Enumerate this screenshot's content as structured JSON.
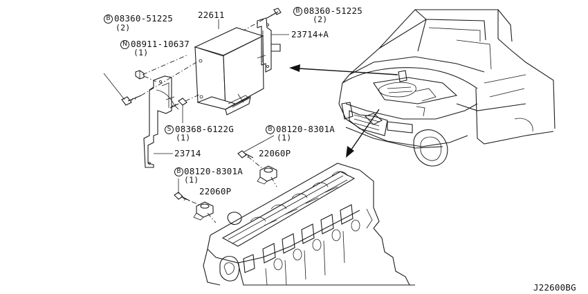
{
  "diagram_code": "J22600BG",
  "parts": [
    {
      "id": "p1",
      "prefix": "B",
      "number": "08360-51225",
      "qty": "(2)"
    },
    {
      "id": "p2",
      "prefix": "",
      "number": "22611",
      "qty": ""
    },
    {
      "id": "p3",
      "prefix": "B",
      "number": "08360-51225",
      "qty": "(2)"
    },
    {
      "id": "p4",
      "prefix": "",
      "number": "23714+A",
      "qty": ""
    },
    {
      "id": "p5",
      "prefix": "N",
      "number": "08911-10637",
      "qty": "(1)"
    },
    {
      "id": "p6",
      "prefix": "S",
      "number": "08368-6122G",
      "qty": "(1)"
    },
    {
      "id": "p7",
      "prefix": "",
      "number": "23714",
      "qty": ""
    },
    {
      "id": "p8",
      "prefix": "B",
      "number": "08120-8301A",
      "qty": "(1)"
    },
    {
      "id": "p9",
      "prefix": "",
      "number": "22060P",
      "qty": ""
    },
    {
      "id": "p10",
      "prefix": "B",
      "number": "08120-8301A",
      "qty": "(1)"
    },
    {
      "id": "p11",
      "prefix": "",
      "number": "22060P",
      "qty": ""
    }
  ]
}
